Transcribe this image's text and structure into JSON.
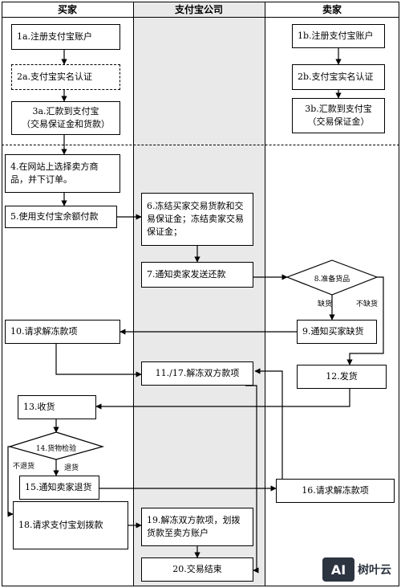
{
  "headers": {
    "buyer": "买家",
    "alipay": "支付宝公司",
    "seller": "卖家"
  },
  "steps": {
    "s1a": "1a.注册支付宝账户",
    "s2a": "2a.支付宝实名认证",
    "s3a_l1": "3a.汇款到支付宝",
    "s3a_l2": "（交易保证金和货款）",
    "s1b": "1b.注册支付宝账户",
    "s2b": "2b.支付宝实名认证",
    "s3b_l1": "3b.汇款到支付宝",
    "s3b_l2": "（交易保证金）",
    "s4": "4.在网站上选择卖方商品，并下订单。",
    "s5": "5.使用支付宝余额付款",
    "s6": "6.冻结买家交易货款和交易保证金；冻结卖家交易保证金；",
    "s7": "7.通知卖家发送还款",
    "s8": "8.准备货品",
    "s9": "9.通知买家缺货",
    "s10": "10.请求解冻款项",
    "s11": "11./17.解冻双方款项",
    "s12": "12.发货",
    "s13": "13.收货",
    "s14": "14.货物检验",
    "s15": "15.通知卖家退货",
    "s16": "16.请求解冻款项",
    "s18": "18.请求支付宝划拨款",
    "s19": "19.解冻双方款项，划拨货款至卖方账户",
    "s20": "20.交易结束"
  },
  "branch_labels": {
    "short": "缺货",
    "not_short": "不缺货",
    "no_return": "不退货",
    "return": "退货"
  },
  "watermark": {
    "mark": "AI",
    "text": "树叶云"
  }
}
